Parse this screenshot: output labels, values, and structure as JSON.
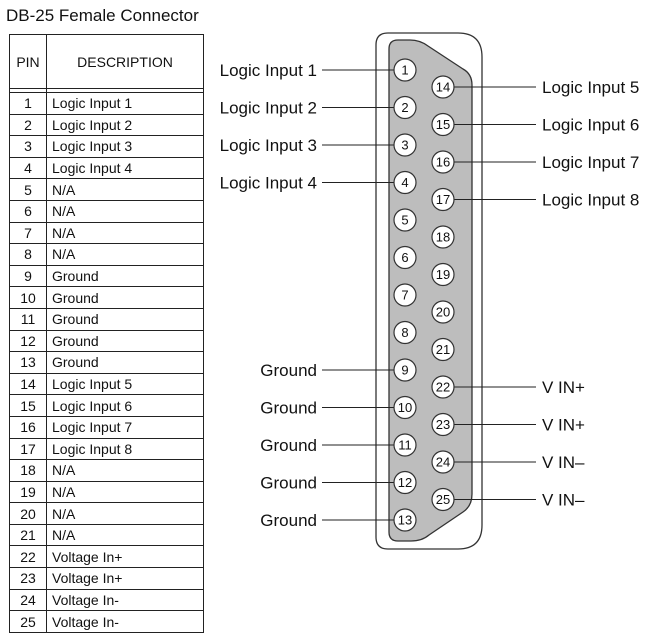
{
  "title": "DB-25 Female Connector",
  "table": {
    "headers": {
      "pin": "PIN",
      "description": "DESCRIPTION"
    },
    "rows": [
      {
        "pin": "1",
        "desc": "Logic Input 1"
      },
      {
        "pin": "2",
        "desc": "Logic Input 2"
      },
      {
        "pin": "3",
        "desc": "Logic Input 3"
      },
      {
        "pin": "4",
        "desc": "Logic Input 4"
      },
      {
        "pin": "5",
        "desc": "N/A"
      },
      {
        "pin": "6",
        "desc": "N/A"
      },
      {
        "pin": "7",
        "desc": "N/A"
      },
      {
        "pin": "8",
        "desc": "N/A"
      },
      {
        "pin": "9",
        "desc": "Ground"
      },
      {
        "pin": "10",
        "desc": "Ground"
      },
      {
        "pin": "11",
        "desc": "Ground"
      },
      {
        "pin": "12",
        "desc": "Ground"
      },
      {
        "pin": "13",
        "desc": "Ground"
      },
      {
        "pin": "14",
        "desc": "Logic Input 5"
      },
      {
        "pin": "15",
        "desc": "Logic Input 6"
      },
      {
        "pin": "16",
        "desc": "Logic Input 7"
      },
      {
        "pin": "17",
        "desc": "Logic Input 8"
      },
      {
        "pin": "18",
        "desc": "N/A"
      },
      {
        "pin": "19",
        "desc": "N/A"
      },
      {
        "pin": "20",
        "desc": "N/A"
      },
      {
        "pin": "21",
        "desc": "N/A"
      },
      {
        "pin": "22",
        "desc": "Voltage In+"
      },
      {
        "pin": "23",
        "desc": "Voltage In+"
      },
      {
        "pin": "24",
        "desc": "Voltage In-"
      },
      {
        "pin": "25",
        "desc": "Voltage In-"
      }
    ]
  },
  "connector": {
    "top_row": [
      "1",
      "2",
      "3",
      "4",
      "5",
      "6",
      "7",
      "8",
      "9",
      "10",
      "11",
      "12",
      "13"
    ],
    "bottom_row": [
      "14",
      "15",
      "16",
      "17",
      "18",
      "19",
      "20",
      "21",
      "22",
      "23",
      "24",
      "25"
    ],
    "left_labels": [
      {
        "pin": "1",
        "text": "Logic Input 1"
      },
      {
        "pin": "2",
        "text": "Logic Input 2"
      },
      {
        "pin": "3",
        "text": "Logic Input 3"
      },
      {
        "pin": "4",
        "text": "Logic Input 4"
      },
      {
        "pin": "9",
        "text": "Ground"
      },
      {
        "pin": "10",
        "text": "Ground"
      },
      {
        "pin": "11",
        "text": "Ground"
      },
      {
        "pin": "12",
        "text": "Ground"
      },
      {
        "pin": "13",
        "text": "Ground"
      }
    ],
    "right_labels": [
      {
        "pin": "14",
        "text": "Logic Input 5"
      },
      {
        "pin": "15",
        "text": "Logic Input 6"
      },
      {
        "pin": "16",
        "text": "Logic Input 7"
      },
      {
        "pin": "17",
        "text": "Logic Input 8"
      },
      {
        "pin": "22",
        "text": "V IN+"
      },
      {
        "pin": "23",
        "text": "V IN+"
      },
      {
        "pin": "24",
        "text": "V IN–"
      },
      {
        "pin": "25",
        "text": "V IN–"
      }
    ]
  }
}
